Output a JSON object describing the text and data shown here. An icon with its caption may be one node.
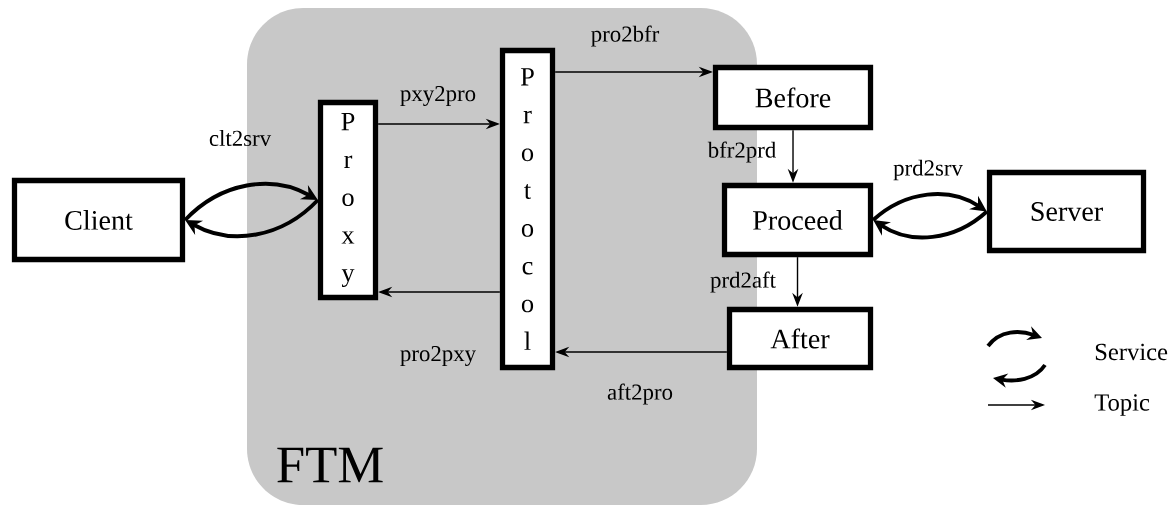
{
  "diagram": {
    "nodes": [
      {
        "text": [
          "FTM"
        ]
      },
      {
        "text": [
          "Client"
        ]
      },
      {
        "text": [
          "Proxy"
        ],
        "in": 0
      },
      {
        "text": [
          "Protocol"
        ],
        "in": 0
      },
      {
        "text": [
          "Before"
        ]
      },
      {
        "text": [
          "Proceed"
        ]
      },
      {
        "text": [
          "After"
        ]
      },
      {
        "text": [
          "Server"
        ]
      }
    ],
    "edges": [
      {
        "from": 1,
        "to": 2,
        "arrow": "to",
        "label": "clt2srv",
        "style": "thick"
      },
      {
        "from": 2,
        "to": 1,
        "arrow": "to",
        "style": "thick"
      },
      {
        "from": 2,
        "to": 3,
        "arrow": "to",
        "label": "pxy2pro"
      },
      {
        "from": 3,
        "to": 2,
        "arrow": "to",
        "label": "pro2pxy"
      },
      {
        "from": 3,
        "to": 4,
        "arrow": "to",
        "label": "pro2bfr"
      },
      {
        "from": 4,
        "to": 5,
        "arrow": "to",
        "label": "bfr2prd"
      },
      {
        "from": 5,
        "to": 7,
        "arrow": "to",
        "label": "prd2srv",
        "style": "thick"
      },
      {
        "from": 7,
        "to": 5,
        "arrow": "to",
        "style": "thick"
      },
      {
        "from": 5,
        "to": 6,
        "arrow": "to",
        "label": "prd2aft"
      },
      {
        "from": 6,
        "to": 3,
        "arrow": "to",
        "label": "aft2pro"
      }
    ],
    "legend": [
      {
        "text": "Service"
      },
      {
        "text": "Topic"
      }
    ]
  }
}
